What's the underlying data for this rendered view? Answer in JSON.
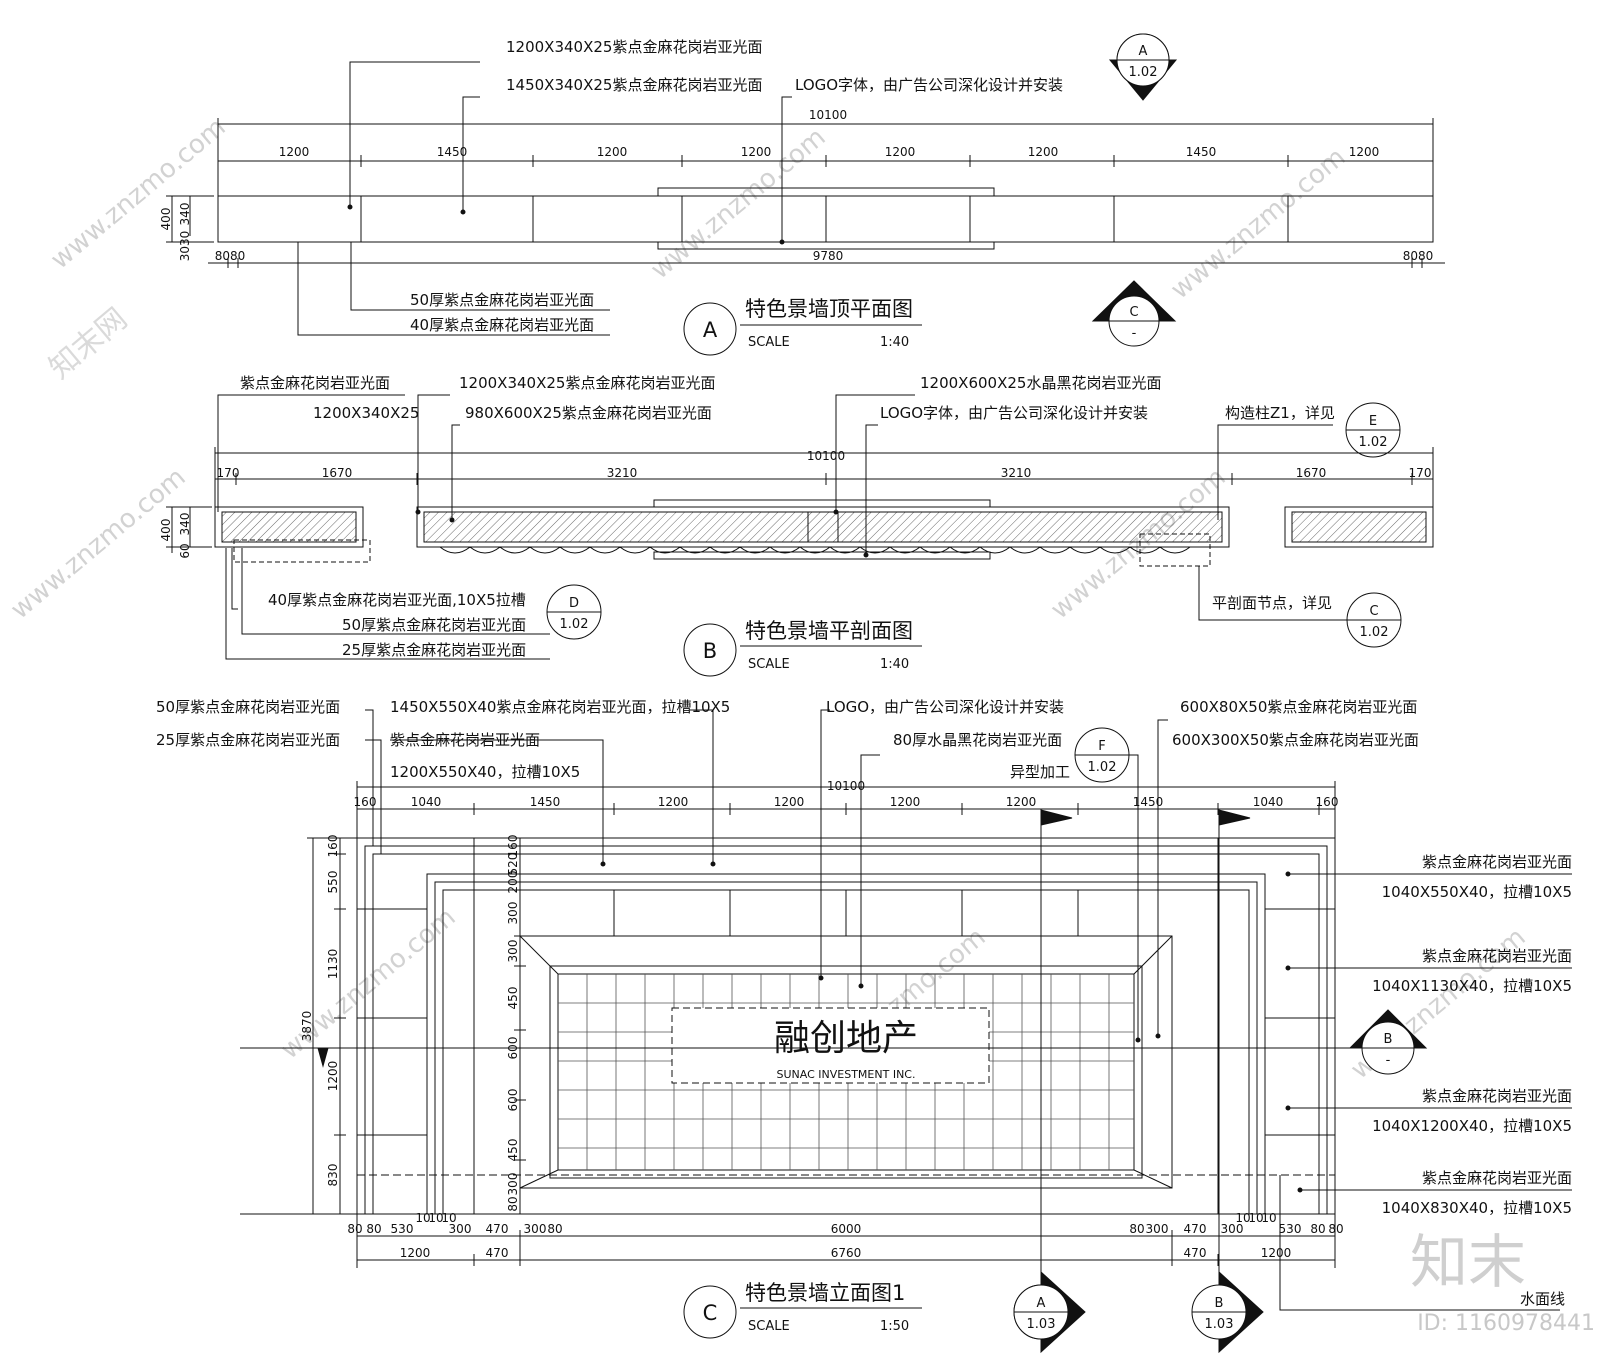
{
  "plan_a": {
    "notes": [
      "1200X340X25紫点金麻花岗岩亚光面",
      "1450X340X25紫点金麻花岗岩亚光面",
      "LOGO字体，由广告公司深化设计并安装"
    ],
    "bottom_notes": [
      "50厚紫点金麻花岗岩亚光面",
      "40厚紫点金麻花岗岩亚光面"
    ],
    "total": "10100",
    "segments": [
      "1200",
      "1450",
      "1200",
      "1200",
      "1200",
      "1200",
      "1450",
      "1200"
    ],
    "bottom_total": "9780",
    "left_small": "8080",
    "right_small": "8080",
    "side_dims": [
      "400",
      "340",
      "3030"
    ],
    "title": "特色景墙顶平面图",
    "letter": "A",
    "scale_label": "SCALE",
    "scale_value": "1:40",
    "section_mark": {
      "letter": "A",
      "sheet": "1.02"
    },
    "cut_mark": {
      "letter": "C",
      "sheet": "-"
    }
  },
  "plan_b": {
    "notes": [
      "紫点金麻花岗岩亚光面",
      "1200X340X25",
      "1200X340X25紫点金麻花岗岩亚光面",
      "980X600X25紫点金麻花岗岩亚光面",
      "1200X600X25水晶黑花岗岩亚光面",
      "LOGO字体，由广告公司深化设计并安装",
      "构造柱Z1，详见"
    ],
    "bottom_notes": [
      "40厚紫点金麻花岗岩亚光面,10X5拉槽",
      "50厚紫点金麻花岗岩亚光面",
      "25厚紫点金麻花岗岩亚光面"
    ],
    "node_note": "平剖面节点，详见",
    "total": "10100",
    "segments": [
      "170",
      "1670",
      "3210",
      "3210",
      "1670",
      "170"
    ],
    "side_dims": [
      "400",
      "340",
      "60"
    ],
    "title": "特色景墙平剖面图",
    "letter": "B",
    "scale_label": "SCALE",
    "scale_value": "1:40",
    "marks": [
      {
        "letter": "E",
        "sheet": "1.02"
      },
      {
        "letter": "D",
        "sheet": "1.02"
      },
      {
        "letter": "C",
        "sheet": "1.02"
      }
    ]
  },
  "elev_c": {
    "notes_left": [
      "50厚紫点金麻花岗岩亚光面",
      "25厚紫点金麻花岗岩亚光面",
      "1450X550X40紫点金麻花岗岩亚光面，拉槽10X5",
      "紫点金麻花岗岩亚光面",
      "1200X550X40，拉槽10X5",
      "LOGO，由广告公司深化设计并安装",
      "80厚水晶黑花岗岩亚光面",
      "异型加工",
      "600X80X50紫点金麻花岗岩亚光面",
      "600X300X50紫点金麻花岗岩亚光面"
    ],
    "notes_right": [
      {
        "line1": "紫点金麻花岗岩亚光面",
        "line2": "1040X550X40，拉槽10X5"
      },
      {
        "line1": "紫点金麻花岗岩亚光面",
        "line2": "1040X1130X40，拉槽10X5"
      },
      {
        "line1": "紫点金麻花岗岩亚光面",
        "line2": "1040X1200X40，拉槽10X5"
      },
      {
        "line1": "紫点金麻花岗岩亚光面",
        "line2": "1040X830X40，拉槽10X5"
      }
    ],
    "total": "10100",
    "top_segments": [
      "160",
      "1040",
      "1450",
      "1200",
      "1200",
      "1200",
      "1200",
      "1450",
      "1040",
      "160"
    ],
    "left_dims": [
      "160",
      "550",
      "1130",
      "1200",
      "830"
    ],
    "overall_height": "3870",
    "inner_dims": [
      "160",
      "80",
      "520",
      "200",
      "300",
      "80",
      "300",
      "450",
      "600",
      "600",
      "450",
      "300",
      "80"
    ],
    "bottom_row1": [
      "80",
      "80",
      "530",
      "10",
      "10",
      "10",
      "300",
      "470",
      "300",
      "80",
      "6000",
      "80",
      "300",
      "470",
      "300",
      "10",
      "10",
      "10",
      "530",
      "80",
      "80"
    ],
    "bottom_row2": [
      "1200",
      "470",
      "6760",
      "470",
      "1200"
    ],
    "logo_cn": "融创地产",
    "logo_en": "SUNAC INVESTMENT INC.",
    "water_line": "水面线",
    "title": "特色景墙立面图1",
    "letter": "C",
    "scale_label": "SCALE",
    "scale_value": "1:50",
    "marks": [
      {
        "letter": "F",
        "sheet": "1.02"
      },
      {
        "letter": "A",
        "sheet": "1.03"
      },
      {
        "letter": "B",
        "sheet": "1.03"
      },
      {
        "letter": "B",
        "sheet": "-"
      }
    ]
  },
  "watermark": {
    "site": "www.znzmo.com",
    "brand": "知末网",
    "logo": "知末",
    "id": "ID: 1160978441"
  }
}
